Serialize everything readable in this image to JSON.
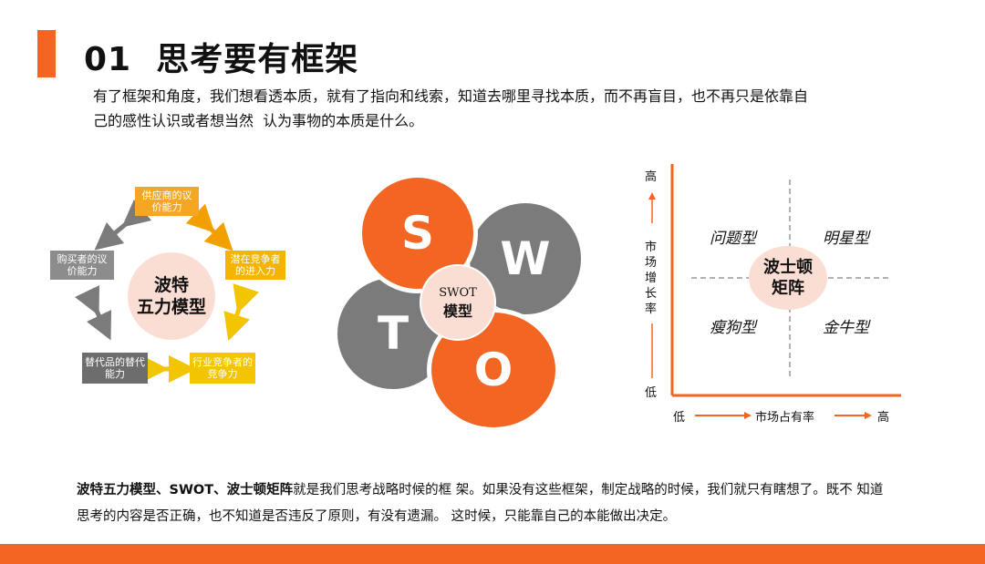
{
  "header": {
    "number": "01",
    "title": "思考要有框架"
  },
  "intro": {
    "line1": "有了框架和角度，我们想看透本质，就有了指向和线索，知道去哪里寻找本质，而不再盲目，也不再只是依靠自",
    "line2": "己的感性认识或者想当然  认为事物的本质是什么。"
  },
  "porter": {
    "center_line1": "波特",
    "center_line2": "五力模型",
    "supplier": "供应商的议价能力",
    "entrant": "潜在竞争者的进入力",
    "buyer": "购买者的议价能力",
    "substitute": "替代品的替代能力",
    "rivalry": "行业竞争者的竞争力"
  },
  "swot": {
    "s": "S",
    "w": "W",
    "t": "T",
    "o": "O",
    "center_line1": "SWOT",
    "center_line2": "模型"
  },
  "bcg": {
    "y_high": "高",
    "y_low": "低",
    "y_label": "市场增长率",
    "x_low": "低",
    "x_high": "高",
    "x_label": "市场占有率",
    "q_question": "问题型",
    "q_star": "明星型",
    "q_dog": "瘦狗型",
    "q_cow": "金牛型",
    "center_line1": "波士顿",
    "center_line2": "矩阵"
  },
  "bottom": {
    "bold": "波特五力模型、SWOT、波士顿矩阵",
    "rest1": "就是我们思考战略时候的框 架。如果没有这些框架，制定战略的时候，我们就只有瞎想了。既不 知道",
    "line2": "思考的内容是否正确，也不知道是否违反了原则，有没有遗漏。 这时候，只能靠自己的本能做出决定。"
  },
  "colors": {
    "accent": "#f26522",
    "gray": "#7b7b7b",
    "yellow": "#f2b705",
    "pink": "#fbded3"
  }
}
